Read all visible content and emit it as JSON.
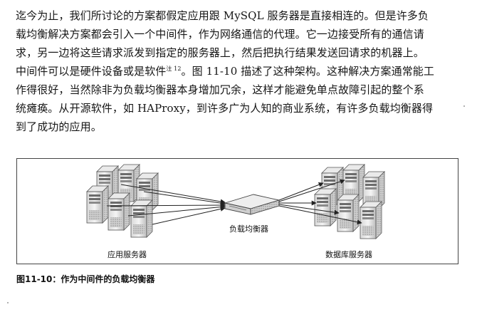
{
  "paragraph": {
    "lines": [
      "迄今为止，我们所讨论的方案都假定应用跟 MySQL 服务器是直接相连的。但是许多负",
      "载均衡解决方案都会引入一个中间件，作为网络通信的代理。它一边接受所有的通信请",
      "求，另一边将这些请求派发到指定的服务器上，然后把执行结果发送回请求的机器上。",
      "中间件可以是硬件设备或是软件",
      "。图 11-10 描述了这种架构。这种解决方案通常能工",
      "作得很好，当然除非为负载均衡器本身增加冗余，这样才能避免单点故障引起的整个系",
      "统瘫痪。从开源软件，如 HAProxy，到许多广为人知的商业系统，有许多负载均衡器得",
      "到了成功的应用。"
    ],
    "footnote_marker": "注 12"
  },
  "figure": {
    "load_balancer_label": "负载均衡器",
    "app_servers_label": "应用服务器",
    "db_servers_label": "数据库服务器",
    "caption": "图11-10：作为中间件的负载均衡器"
  }
}
